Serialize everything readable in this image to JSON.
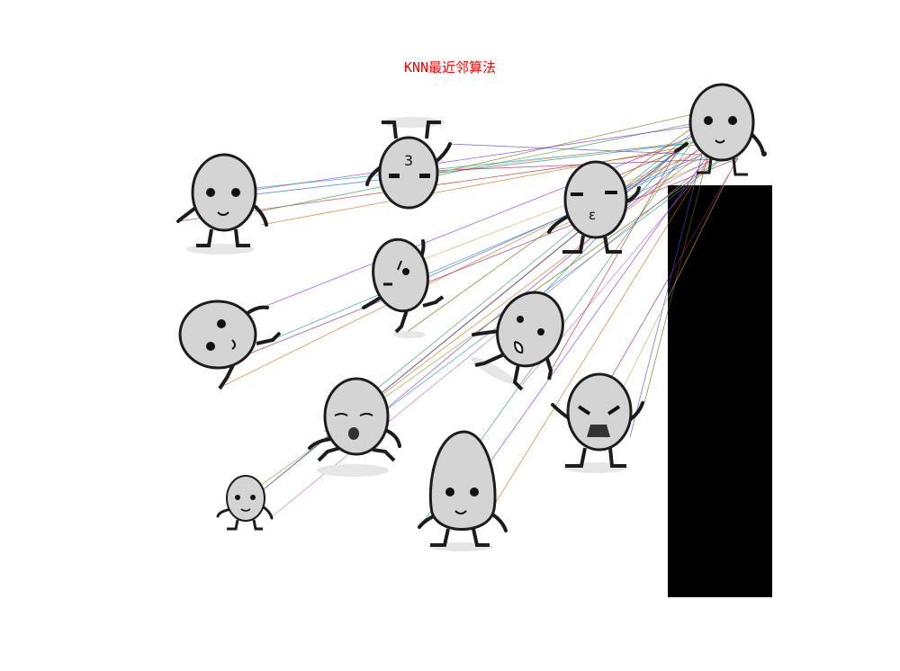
{
  "title": "KNN最近邻算法",
  "colors": {
    "title": "#ff0000",
    "egg_fill": "#d4d4d4",
    "egg_stroke": "#1c1c1c",
    "shadow": "#e6e6e6",
    "black_block": "#000000",
    "match_lines": [
      "#c02020",
      "#1f6fbf",
      "#2e9b4a",
      "#8a2be2",
      "#d26a00",
      "#139c9c",
      "#9a1a6a",
      "#4b4bd6",
      "#6a6a00",
      "#e0a050",
      "#7b9f2c",
      "#c060c0"
    ]
  },
  "figures": [
    {
      "name": "query-egg",
      "expression": "smile"
    },
    {
      "name": "egg-1",
      "expression": "smile"
    },
    {
      "name": "egg-2",
      "expression": "upside-down"
    },
    {
      "name": "egg-3",
      "expression": "squint-kiss"
    },
    {
      "name": "egg-4",
      "expression": "confused"
    },
    {
      "name": "egg-5",
      "expression": "smile-sideways"
    },
    {
      "name": "egg-6",
      "expression": "shocked-rolling"
    },
    {
      "name": "egg-7",
      "expression": "sleepy"
    },
    {
      "name": "egg-8",
      "expression": "angry"
    },
    {
      "name": "egg-9",
      "expression": "tiny-smile"
    },
    {
      "name": "egg-10",
      "expression": "tall-smile"
    }
  ]
}
